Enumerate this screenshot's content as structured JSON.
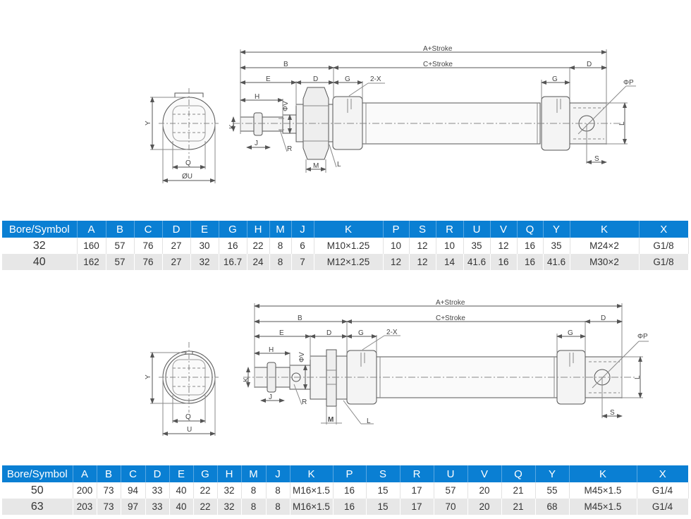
{
  "diagram1": {
    "labels": {
      "a_stroke": "A+Stroke",
      "c_stroke": "C+Stroke",
      "b": "B",
      "e": "E",
      "d": "D",
      "g": "G",
      "h": "H",
      "x": "2-X",
      "v": "ΦV",
      "k": "K",
      "j": "J",
      "r": "R",
      "m": "M",
      "l": "L",
      "p": "ΦP",
      "s": "S",
      "l_right": "L",
      "d_right": "D",
      "g_right": "G",
      "y": "Y",
      "q": "Q",
      "u": "ØU"
    }
  },
  "table1": {
    "headers": [
      "Bore/Symbol",
      "A",
      "B",
      "C",
      "D",
      "E",
      "G",
      "H",
      "M",
      "J",
      "K",
      "P",
      "S",
      "R",
      "U",
      "V",
      "Q",
      "Y",
      "K",
      "X"
    ],
    "rows": [
      [
        "32",
        "160",
        "57",
        "76",
        "27",
        "30",
        "16",
        "22",
        "8",
        "6",
        "M10×1.25",
        "10",
        "12",
        "10",
        "35",
        "12",
        "16",
        "35",
        "M24×2",
        "G1/8"
      ],
      [
        "40",
        "162",
        "57",
        "76",
        "27",
        "32",
        "16.7",
        "24",
        "8",
        "7",
        "M12×1.25",
        "12",
        "12",
        "14",
        "41.6",
        "16",
        "16",
        "41.6",
        "M30×2",
        "G1/8"
      ]
    ]
  },
  "diagram2": {
    "labels": {
      "a_stroke": "A+Stroke",
      "c_stroke": "C+Stroke",
      "b": "B",
      "e": "E",
      "d": "D",
      "g": "G",
      "h": "H",
      "x": "2-X",
      "v": "ΦV",
      "k": "K",
      "j": "J",
      "r": "R",
      "m": "M",
      "l": "L",
      "p": "ΦP",
      "s": "S",
      "l_right": "L",
      "d_right": "D",
      "g_right": "G",
      "y": "Y",
      "q": "Q",
      "u": "U"
    }
  },
  "table2": {
    "headers": [
      "Bore/Symbol",
      "A",
      "B",
      "C",
      "D",
      "E",
      "G",
      "H",
      "M",
      "J",
      "K",
      "P",
      "S",
      "R",
      "U",
      "V",
      "Q",
      "Y",
      "K",
      "X"
    ],
    "rows": [
      [
        "50",
        "200",
        "73",
        "94",
        "33",
        "40",
        "22",
        "32",
        "8",
        "8",
        "M16×1.5",
        "16",
        "15",
        "17",
        "57",
        "20",
        "21",
        "55",
        "M45×1.5",
        "G1/4"
      ],
      [
        "63",
        "203",
        "73",
        "97",
        "33",
        "40",
        "22",
        "32",
        "8",
        "8",
        "M16×1.5",
        "16",
        "15",
        "17",
        "70",
        "20",
        "21",
        "68",
        "M45×1.5",
        "G1/4"
      ]
    ]
  },
  "colors": {
    "header_bg": "#0a7fd3",
    "alt_row_bg": "#e7e7e7",
    "line": "#555555"
  }
}
